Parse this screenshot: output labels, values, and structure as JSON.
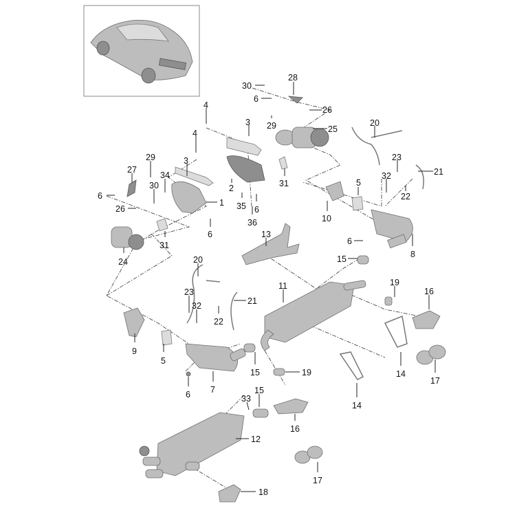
{
  "diagram": {
    "title": "Exhaust system parts diagram",
    "labels": [
      "30",
      "28",
      "6",
      "26",
      "29",
      "25",
      "4",
      "4",
      "3",
      "3",
      "20",
      "23",
      "21",
      "32",
      "22",
      "29",
      "27",
      "34",
      "30",
      "6",
      "26",
      "1",
      "2",
      "35",
      "6",
      "31",
      "5",
      "10",
      "36",
      "6",
      "31",
      "24",
      "13",
      "6",
      "8",
      "15",
      "20",
      "23",
      "32",
      "21",
      "22",
      "11",
      "19",
      "16",
      "9",
      "5",
      "15",
      "19",
      "14",
      "17",
      "7",
      "6",
      "14",
      "33",
      "15",
      "16",
      "12",
      "17",
      "18"
    ]
  }
}
